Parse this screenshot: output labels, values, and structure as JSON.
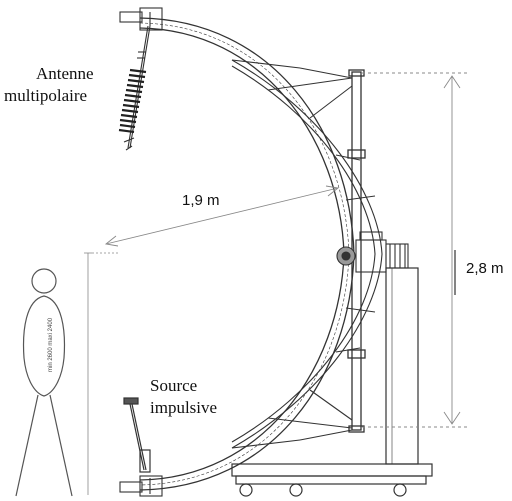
{
  "labels": {
    "antenna_line1": "Antenne",
    "antenna_line2": "multipolaire",
    "source_line1": "Source",
    "source_line2": "impulsive",
    "radius": "1,9 m",
    "height": "2,8 m",
    "drawing_annotation": "min 2600 maxi 2400"
  },
  "colors": {
    "line": "#333333",
    "dimension": "#888888",
    "figure_outline": "#555555",
    "background": "#ffffff"
  }
}
